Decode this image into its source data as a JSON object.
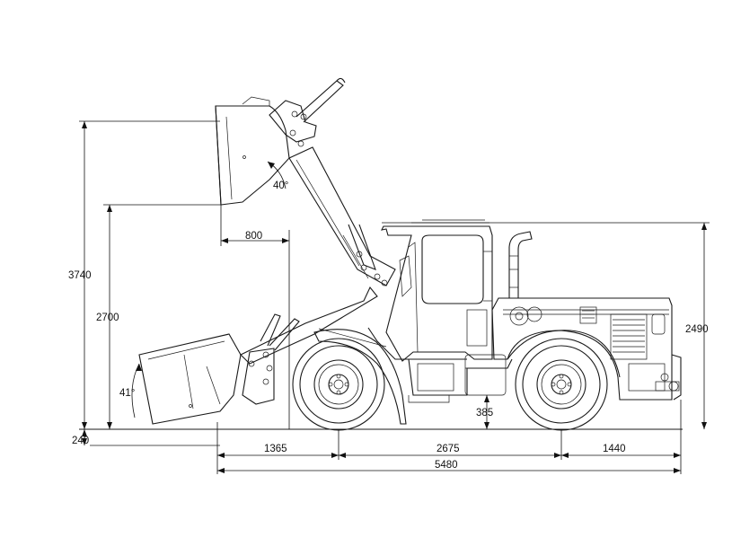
{
  "dimensions": {
    "max_pin_height": "3740",
    "dump_height": "2700",
    "dump_reach": "800",
    "dump_angle": "40°",
    "rollback_angle": "41°",
    "dig_depth": "240",
    "overall_height": "2490",
    "ground_clearance": "385",
    "front_overhang": "1365",
    "wheelbase": "2675",
    "rear_overhang": "1440",
    "overall_length": "5480"
  }
}
